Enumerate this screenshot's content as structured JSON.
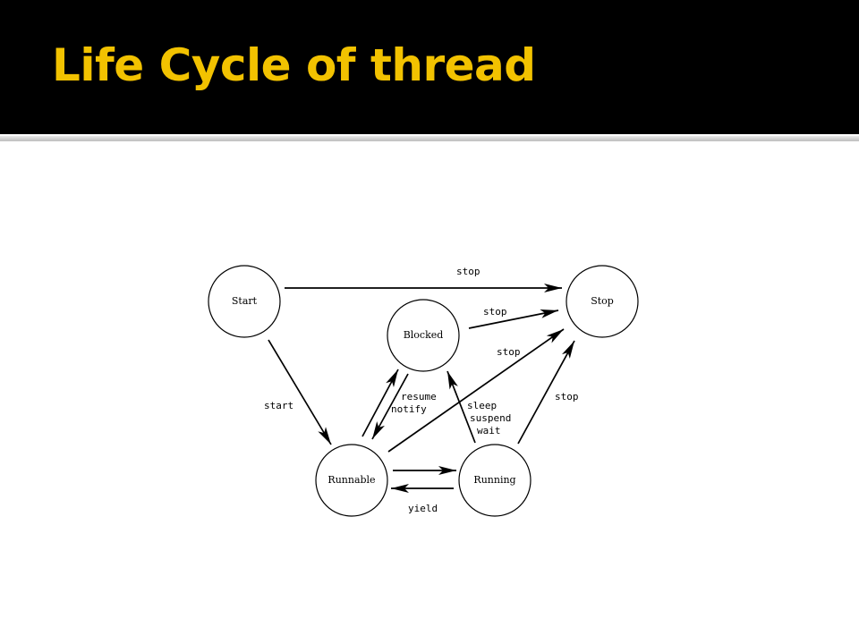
{
  "slide": {
    "title": "Life Cycle of thread"
  },
  "colors": {
    "title_bar": "#000000",
    "title_text": "#f2c200",
    "diagram_ink": "#000000"
  },
  "diagram": {
    "states": {
      "start": "Start",
      "stop": "Stop",
      "blocked": "Blocked",
      "runnable": "Runnable",
      "running": "Running"
    },
    "edges": {
      "start_stop": "stop",
      "blocked_stop": "stop",
      "runnable_stop": "stop",
      "running_stop": "stop",
      "start_runnable": "start",
      "blocked_runnable_1": "resume",
      "blocked_runnable_2": "notify",
      "running_blocked_1": "sleep",
      "running_blocked_2": "suspend",
      "running_blocked_3": "wait",
      "running_runnable": "yield"
    }
  }
}
